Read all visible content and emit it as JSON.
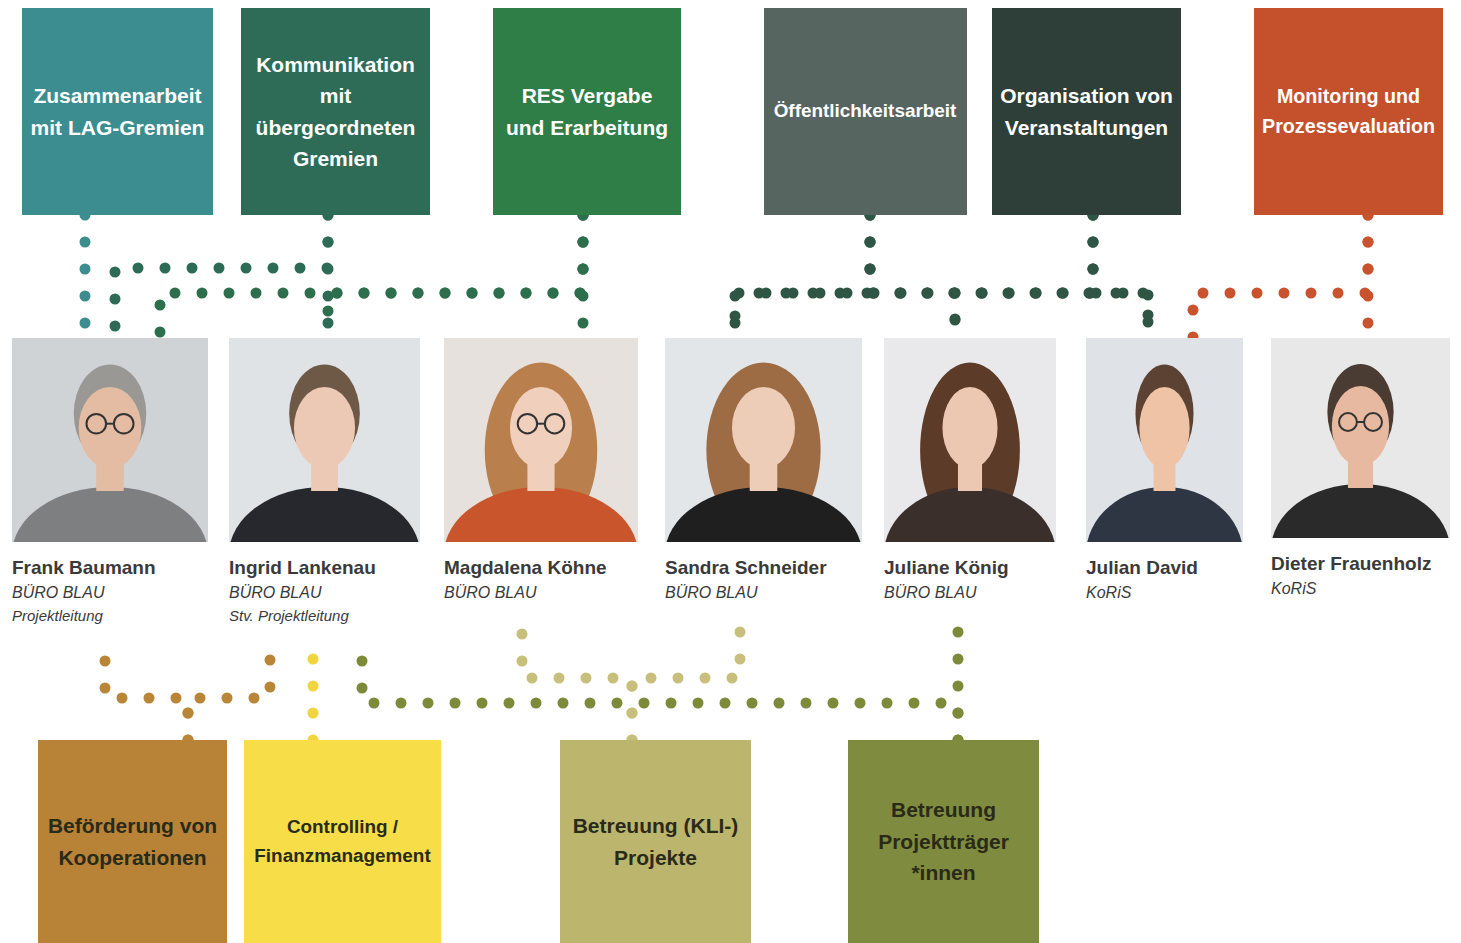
{
  "diagram": {
    "nodes": [
      {
        "text": [
          "Zusammenarbeit mit LAG-Gremien"
        ]
      },
      {
        "text": [
          "Kommunikation mit übergeordneten Gremien"
        ]
      },
      {
        "text": [
          "RES Vergabe und Erarbeitung"
        ]
      },
      {
        "text": [
          "Öffentlichkeitsarbeit"
        ]
      },
      {
        "text": [
          "Organisation von Veranstaltungen"
        ]
      },
      {
        "text": [
          "Monitoring und Prozessevaluation"
        ]
      },
      {
        "text": [
          "Frank Baumann",
          "BÜRO BLAU",
          "Projektleitung"
        ]
      },
      {
        "text": [
          "Ingrid Lankenau",
          "BÜRO BLAU",
          "Stv. Projektleitung"
        ]
      },
      {
        "text": [
          "Magdalena Köhne",
          "BÜRO BLAU"
        ]
      },
      {
        "text": [
          "Sandra Schneider",
          "BÜRO BLAU"
        ]
      },
      {
        "text": [
          "Juliane König",
          "BÜRO BLAU"
        ]
      },
      {
        "text": [
          "Julian David",
          "KoRiS"
        ]
      },
      {
        "text": [
          "Dieter Frauenholz",
          "KoRiS"
        ]
      },
      {
        "text": [
          "Beförderung von Kooperationen"
        ]
      },
      {
        "text": [
          "Controlling / Finanzmanagement"
        ]
      },
      {
        "text": [
          "Betreuung (KLI-) Projekte"
        ]
      },
      {
        "text": [
          "Betreuung Projektträger *innen"
        ]
      }
    ],
    "edges": [
      {
        "from": 0,
        "to": 6,
        "arrow": "none"
      },
      {
        "from": 1,
        "to": 6,
        "arrow": "none"
      },
      {
        "from": 1,
        "to": 7,
        "arrow": "none"
      },
      {
        "from": 2,
        "to": 6,
        "arrow": "none"
      },
      {
        "from": 2,
        "to": 7,
        "arrow": "none"
      },
      {
        "from": 2,
        "to": 8,
        "arrow": "none"
      },
      {
        "from": 3,
        "to": 9,
        "arrow": "none"
      },
      {
        "from": 3,
        "to": 10,
        "arrow": "none"
      },
      {
        "from": 3,
        "to": 11,
        "arrow": "none"
      },
      {
        "from": 4,
        "to": 9,
        "arrow": "none"
      },
      {
        "from": 4,
        "to": 10,
        "arrow": "none"
      },
      {
        "from": 4,
        "to": 11,
        "arrow": "none"
      },
      {
        "from": 5,
        "to": 11,
        "arrow": "none"
      },
      {
        "from": 5,
        "to": 12,
        "arrow": "none"
      },
      {
        "from": 13,
        "to": 6,
        "arrow": "none"
      },
      {
        "from": 13,
        "to": 7,
        "arrow": "none"
      },
      {
        "from": 14,
        "to": 7,
        "arrow": "none"
      },
      {
        "from": 15,
        "to": 8,
        "arrow": "none"
      },
      {
        "from": 15,
        "to": 9,
        "arrow": "none"
      },
      {
        "from": 16,
        "to": 7,
        "arrow": "none"
      },
      {
        "from": 16,
        "to": 10,
        "arrow": "none"
      }
    ]
  }
}
